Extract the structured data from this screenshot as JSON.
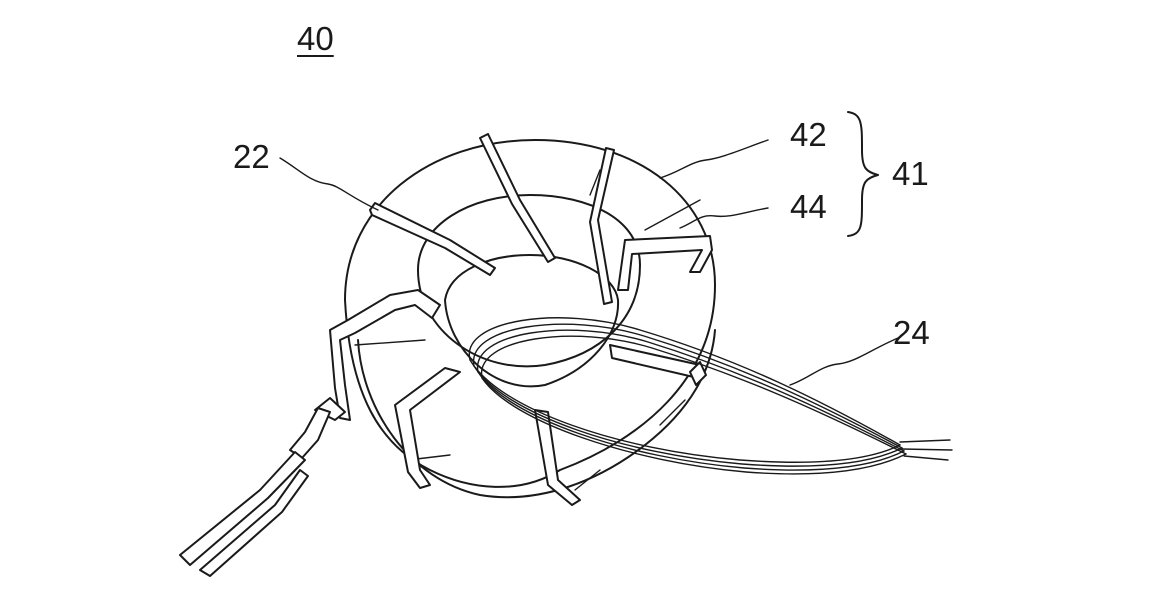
{
  "figure": {
    "number": "40",
    "labels": {
      "primary_winding": "22",
      "outer_layer": "42",
      "inner_layer": "44",
      "core": "41",
      "secondary_winding": "24"
    }
  }
}
